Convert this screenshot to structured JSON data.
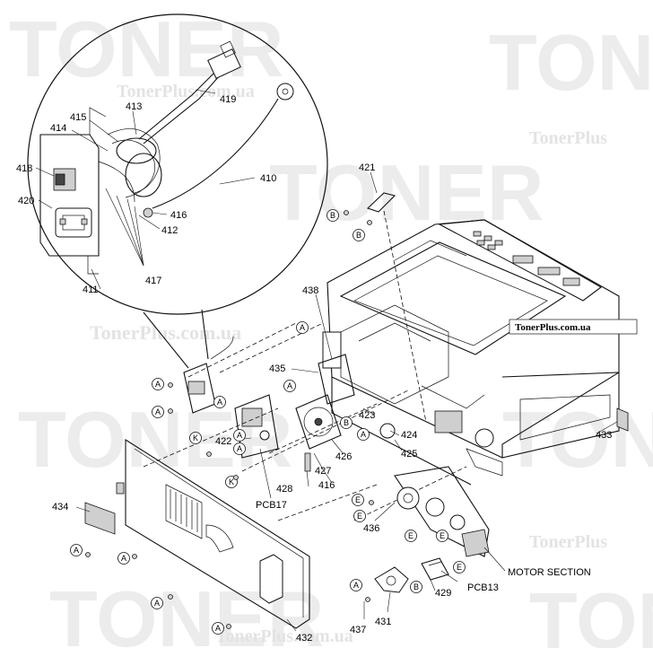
{
  "watermarks": {
    "brand": "TONER",
    "brand_short": "TonerPlus",
    "site": "TonerPlus.com.ua",
    "site_lower": "TonerPlus.com.ua"
  },
  "site_box": "TonerPlus.com.ua",
  "detail_labels": {
    "l410": "410",
    "l411": "411",
    "l412": "412",
    "l413": "413",
    "l414": "414",
    "l415": "415",
    "l416": "416",
    "l417": "417",
    "l418": "418",
    "l419": "419",
    "l420": "420"
  },
  "part_labels": {
    "l421": "421",
    "l422": "422",
    "l423": "423",
    "l424": "424",
    "l425": "425",
    "l426": "426",
    "l427": "427",
    "l428": "428",
    "l416b": "416",
    "l429": "429",
    "l431": "431",
    "l432": "432",
    "l433": "433",
    "l434": "434",
    "l435": "435",
    "l436": "436",
    "l437": "437",
    "l438": "438",
    "pcb17": "PCB17",
    "pcb13": "PCB13",
    "motor": "MOTOR SECTION"
  },
  "screw_codes": {
    "A": "A",
    "B": "B",
    "E": "E",
    "K": "K"
  }
}
